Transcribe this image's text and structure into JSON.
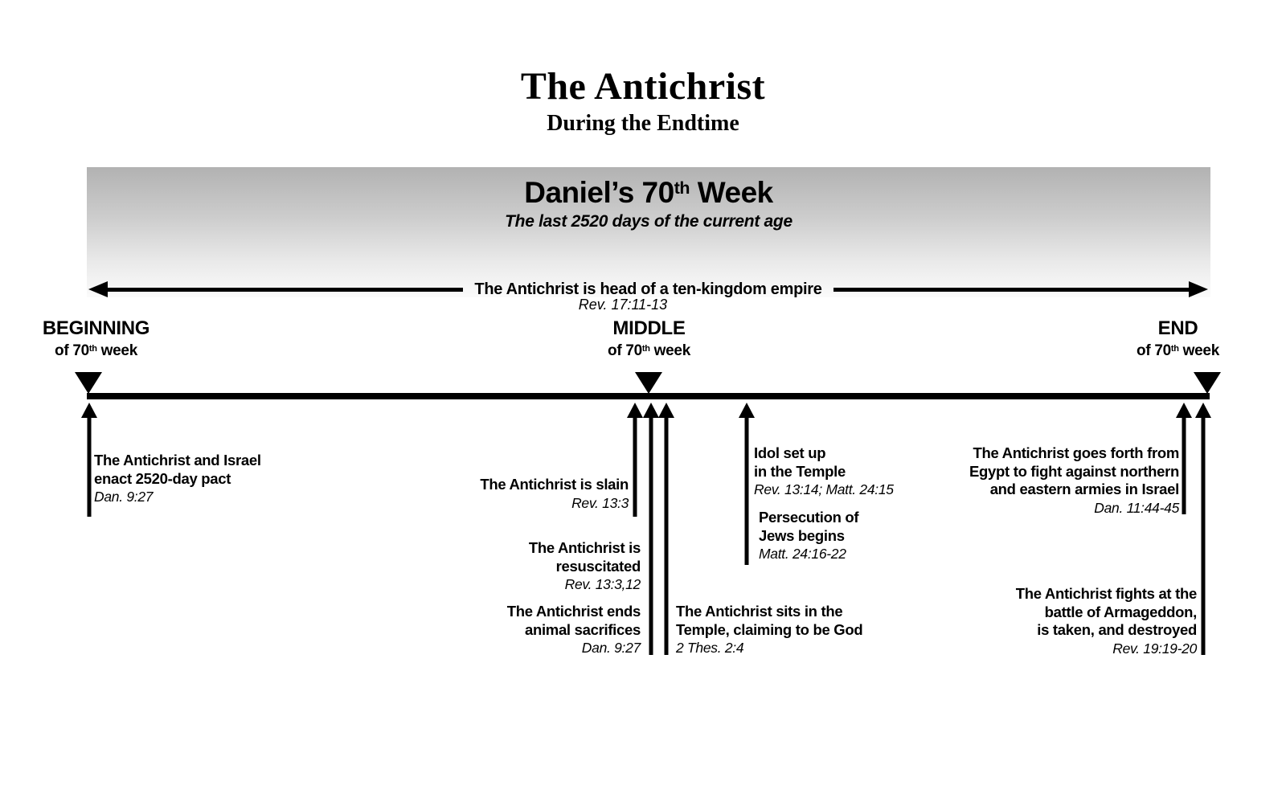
{
  "title": {
    "main": "The Antichrist",
    "subtitle": "During the Endtime"
  },
  "banner": {
    "heading_pre": "Daniel’s 70",
    "heading_sup": "th",
    "heading_post": " Week",
    "subheading": "The last 2520 days of the current age",
    "empire": {
      "label": "The Antichrist is head of a ten-kingdom empire",
      "ref": "Rev. 17:11-13"
    }
  },
  "timeline": {
    "markers": [
      {
        "name": "BEGINNING",
        "sub_pre": "of 70",
        "sub_sup": "th",
        "sub_post": " week"
      },
      {
        "name": "MIDDLE",
        "sub_pre": "of 70",
        "sub_sup": "th",
        "sub_post": " week"
      },
      {
        "name": "END",
        "sub_pre": "of 70",
        "sub_sup": "th",
        "sub_post": " week"
      }
    ]
  },
  "events": [
    {
      "lines": [
        "The Antichrist and Israel",
        "enact 2520-day pact"
      ],
      "ref": "Dan. 9:27"
    },
    {
      "lines": [
        "The Antichrist is slain"
      ],
      "ref": "Rev. 13:3"
    },
    {
      "lines": [
        "The Antichrist is",
        "resuscitated"
      ],
      "ref": "Rev. 13:3,12"
    },
    {
      "lines": [
        "The Antichrist ends",
        "animal sacrifices"
      ],
      "ref": "Dan. 9:27"
    },
    {
      "lines": [
        "The Antichrist sits in the",
        "Temple, claiming to be God"
      ],
      "ref": "2 Thes. 2:4"
    },
    {
      "lines": [
        "Idol set up",
        "in the Temple"
      ],
      "ref": "Rev. 13:14; Matt. 24:15"
    },
    {
      "lines": [
        "Persecution of",
        "Jews begins"
      ],
      "ref": "Matt. 24:16-22"
    },
    {
      "lines": [
        "The Antichrist goes forth from",
        "Egypt to fight against northern",
        "and eastern armies in Israel"
      ],
      "ref": "Dan. 11:44-45"
    },
    {
      "lines": [
        "The Antichrist fights at the",
        "battle of Armageddon,",
        "is taken, and destroyed"
      ],
      "ref": "Rev. 19:19-20"
    }
  ],
  "colors": {
    "text": "#000000",
    "background": "#ffffff",
    "banner_gradient_top": "#b2b2b2",
    "banner_gradient_bottom": "#fbfbfb"
  }
}
